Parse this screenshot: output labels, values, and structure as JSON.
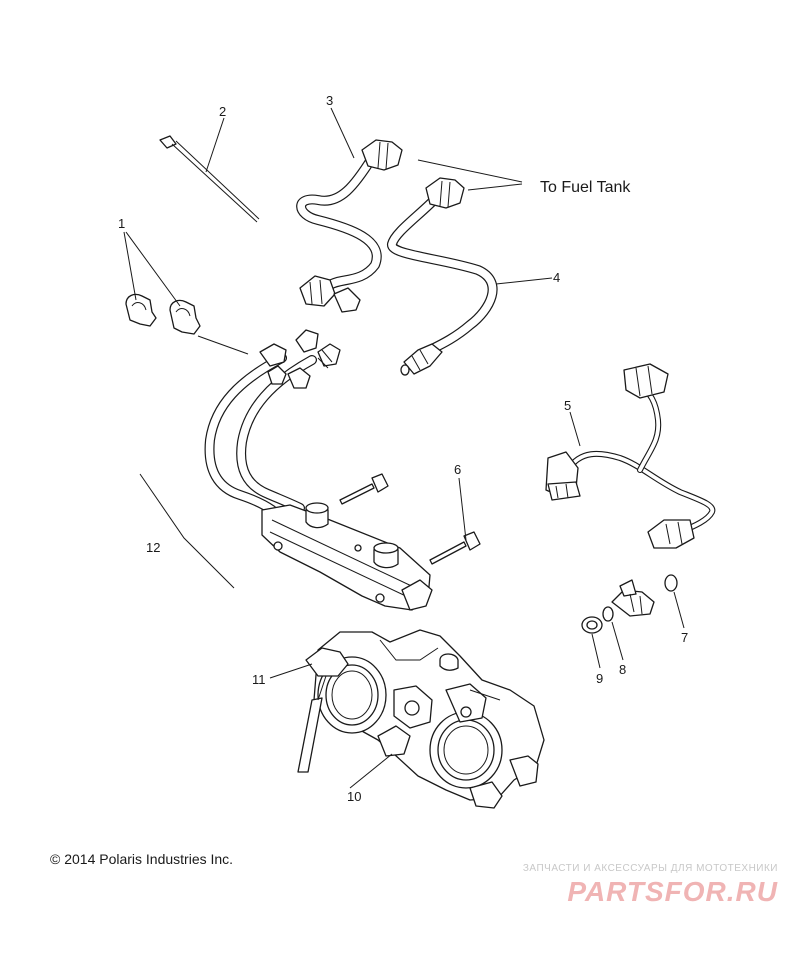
{
  "callouts": [
    {
      "id": "1",
      "text": "1"
    },
    {
      "id": "2",
      "text": "2"
    },
    {
      "id": "3",
      "text": "3"
    },
    {
      "id": "4",
      "text": "4"
    },
    {
      "id": "5",
      "text": "5"
    },
    {
      "id": "6",
      "text": "6"
    },
    {
      "id": "7",
      "text": "7"
    },
    {
      "id": "8",
      "text": "8"
    },
    {
      "id": "9",
      "text": "9"
    },
    {
      "id": "10",
      "text": "10"
    },
    {
      "id": "11",
      "text": "11"
    },
    {
      "id": "12",
      "text": "12"
    }
  ],
  "fuel_tank_label": "To Fuel Tank",
  "copyright": "© 2014 Polaris Industries Inc.",
  "watermark": {
    "tagline": "ЗАПЧАСТИ И АКСЕССУАРЫ ДЛЯ МОТОТЕХНИКИ",
    "brand": "PARTSFOR.RU",
    "color": "#f0b4b4"
  },
  "line_color": "#1a1a1a"
}
